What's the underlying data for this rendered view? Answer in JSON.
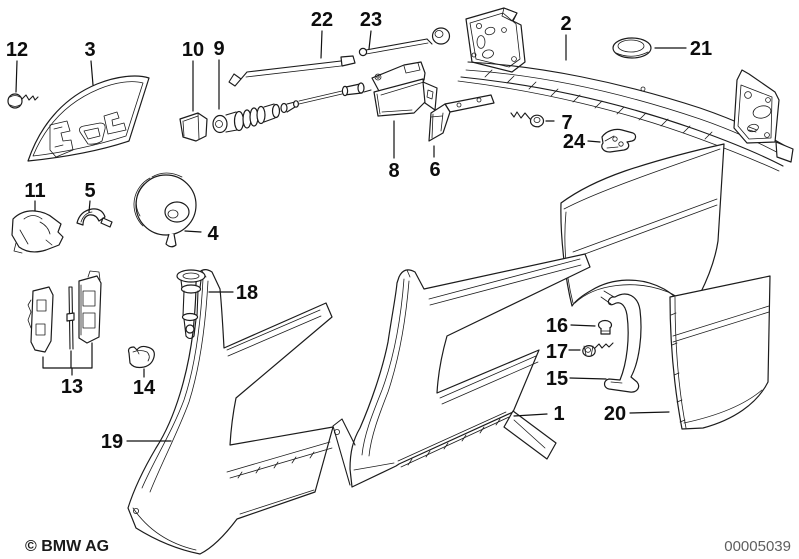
{
  "footer": {
    "copyright": "© BMW AG",
    "number": "00005039"
  },
  "labels": {
    "p1": "1",
    "p2": "2",
    "p3": "3",
    "p4": "4",
    "p5": "5",
    "p6": "6",
    "p7": "7",
    "p8": "8",
    "p9": "9",
    "p10": "10",
    "p11": "11",
    "p12": "12",
    "p13": "13",
    "p14": "14",
    "p15": "15",
    "p16": "16",
    "p17": "17",
    "p18": "18",
    "p19": "19",
    "p20": "20",
    "p21": "21",
    "p22": "22",
    "p23": "23",
    "p24": "24"
  }
}
